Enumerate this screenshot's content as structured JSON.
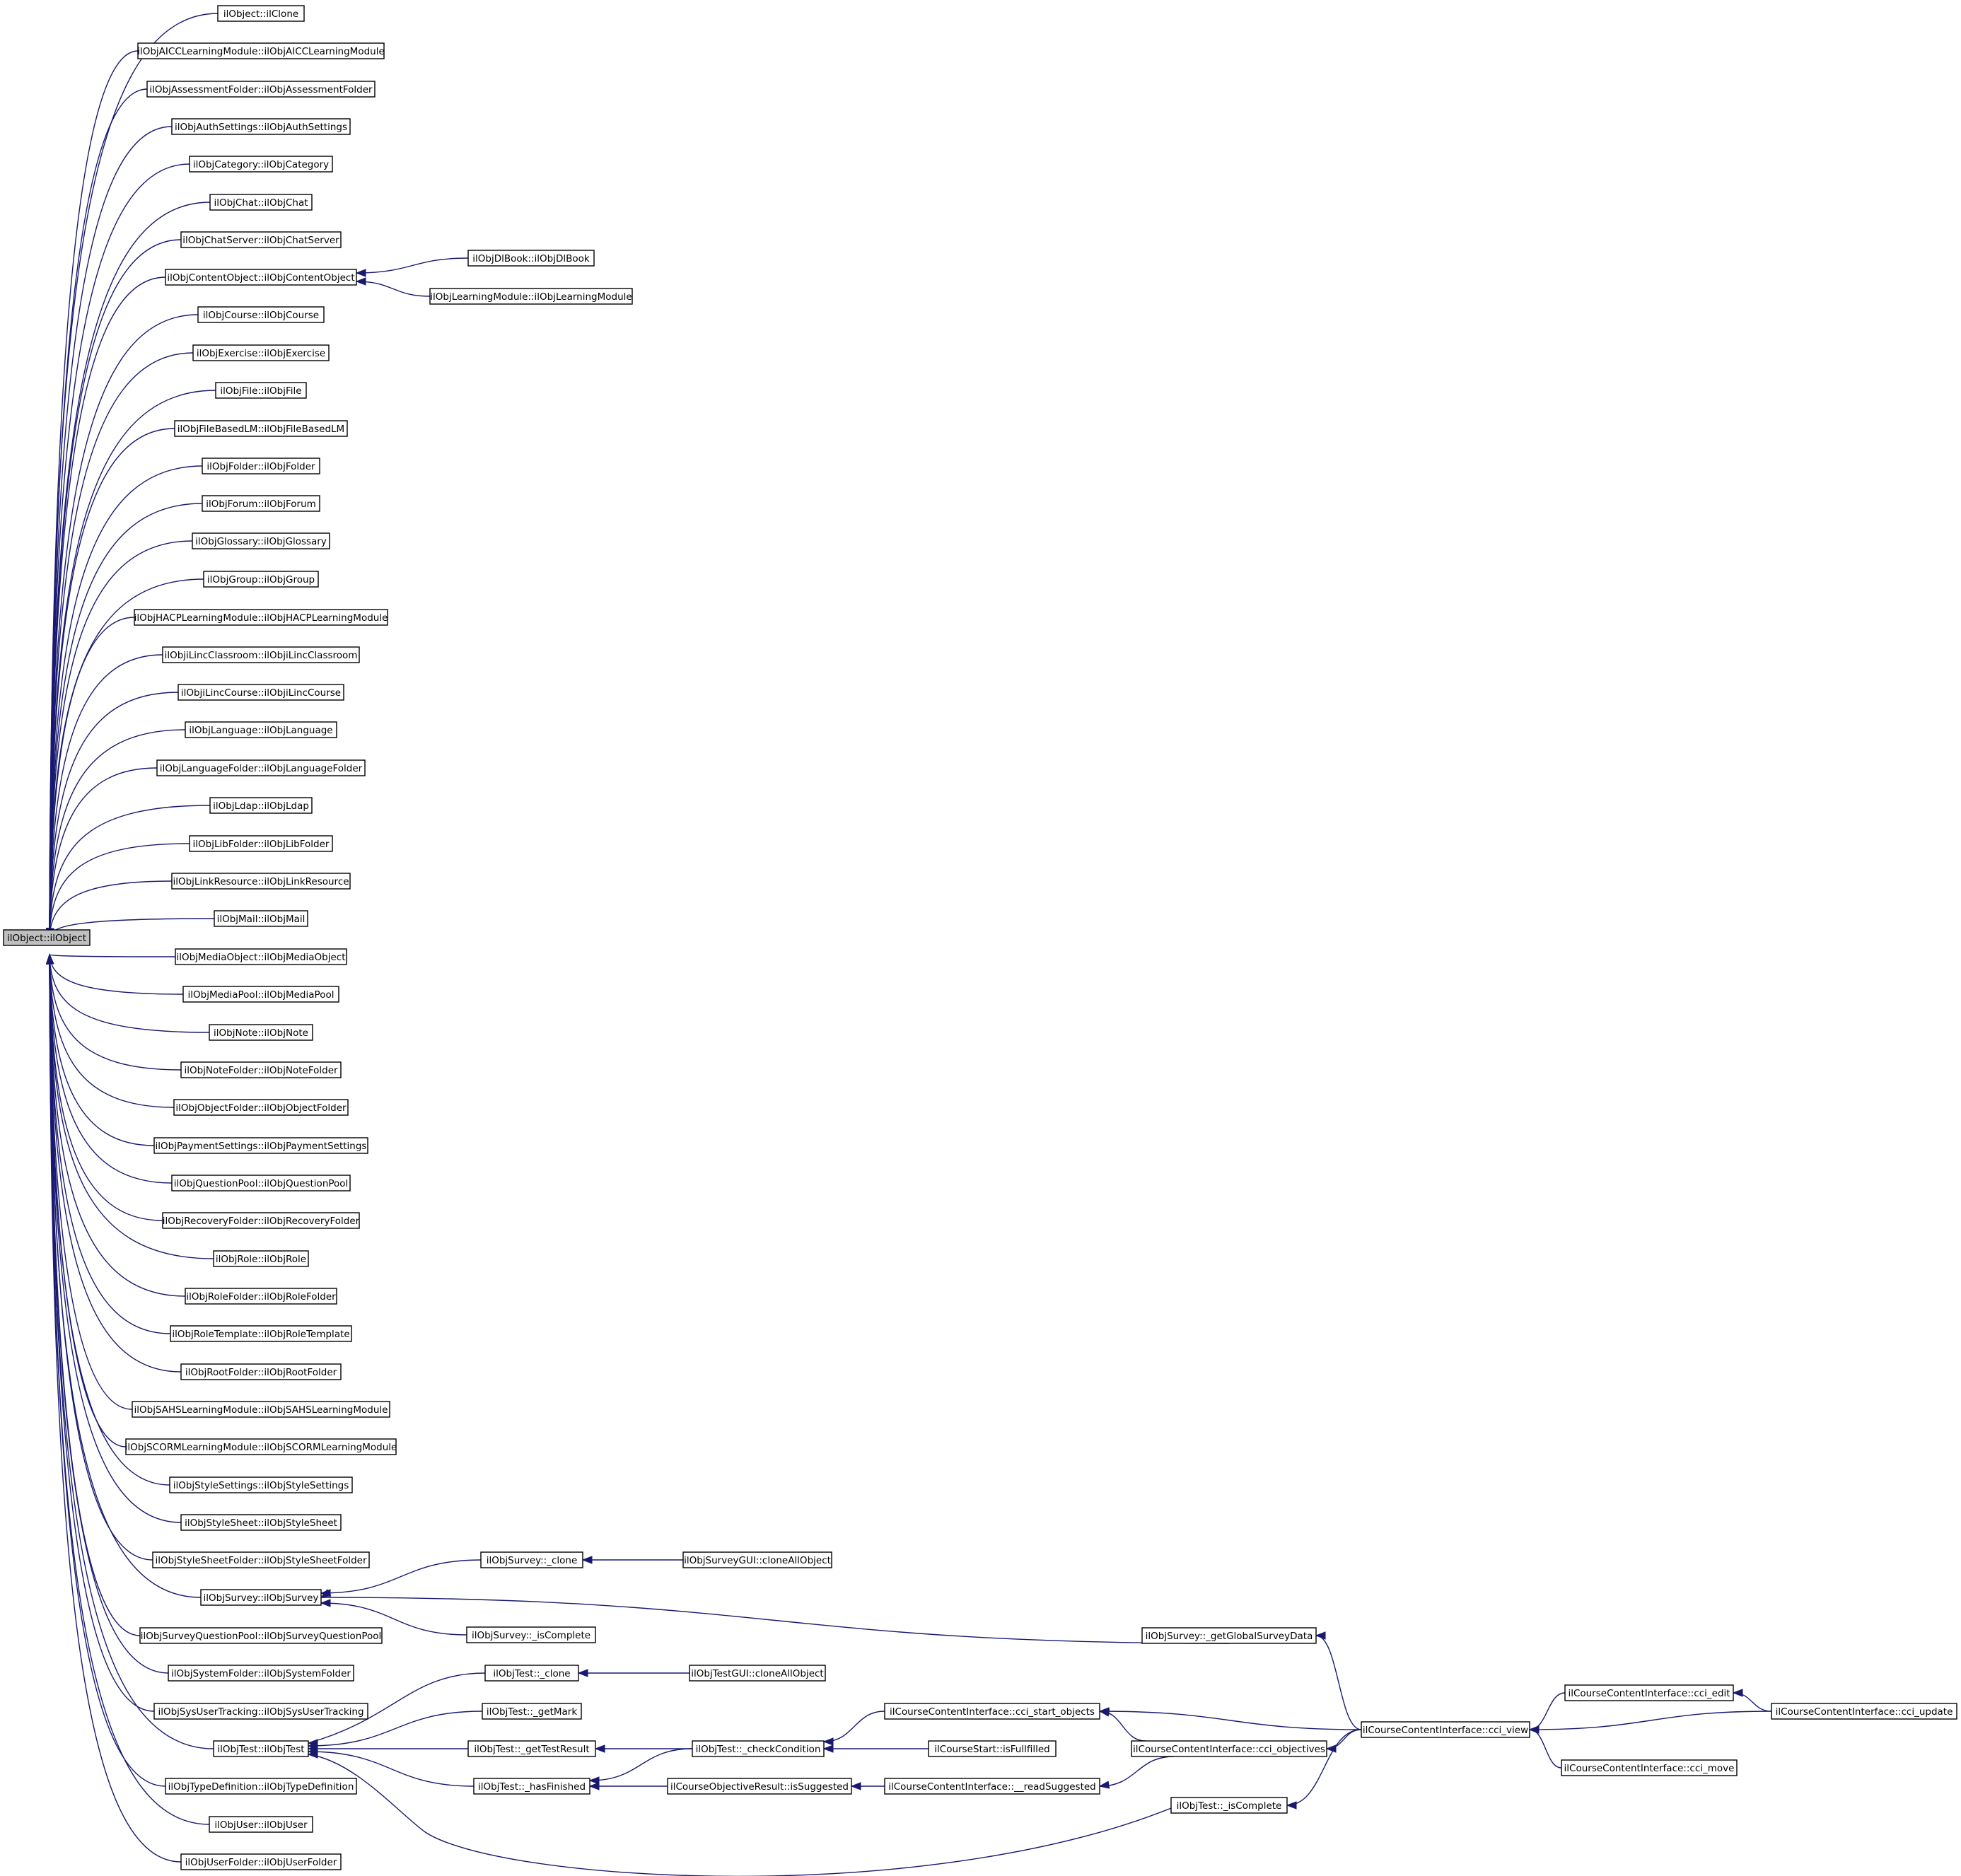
{
  "graph": {
    "type": "caller-graph",
    "colors": {
      "edge": "#191970",
      "root_fill": "#bfbfbf",
      "node_fill": "#ffffff",
      "node_border": "#000000"
    },
    "root": "ilObject::ilObject",
    "nodes": [
      {
        "id": "root",
        "label": "ilObject::ilObject"
      },
      {
        "id": "c0",
        "label": "ilObject::ilClone"
      },
      {
        "id": "c1",
        "label": "ilObjAICCLearningModule::ilObjAICCLearningModule"
      },
      {
        "id": "c2",
        "label": "ilObjAssessmentFolder::ilObjAssessmentFolder"
      },
      {
        "id": "c3",
        "label": "ilObjAuthSettings::ilObjAuthSettings"
      },
      {
        "id": "c4",
        "label": "ilObjCategory::ilObjCategory"
      },
      {
        "id": "c5",
        "label": "ilObjChat::ilObjChat"
      },
      {
        "id": "c6",
        "label": "ilObjChatServer::ilObjChatServer"
      },
      {
        "id": "c7",
        "label": "ilObjContentObject::ilObjContentObject"
      },
      {
        "id": "c8",
        "label": "ilObjCourse::ilObjCourse"
      },
      {
        "id": "c9",
        "label": "ilObjExercise::ilObjExercise"
      },
      {
        "id": "c10",
        "label": "ilObjFile::ilObjFile"
      },
      {
        "id": "c11",
        "label": "ilObjFileBasedLM::ilObjFileBasedLM"
      },
      {
        "id": "c12",
        "label": "ilObjFolder::ilObjFolder"
      },
      {
        "id": "c13",
        "label": "ilObjForum::ilObjForum"
      },
      {
        "id": "c14",
        "label": "ilObjGlossary::ilObjGlossary"
      },
      {
        "id": "c15",
        "label": "ilObjGroup::ilObjGroup"
      },
      {
        "id": "c16",
        "label": "ilObjHACPLearningModule::ilObjHACPLearningModule"
      },
      {
        "id": "c17",
        "label": "ilObjiLincClassroom::ilObjiLincClassroom"
      },
      {
        "id": "c18",
        "label": "ilObjiLincCourse::ilObjiLincCourse"
      },
      {
        "id": "c19",
        "label": "ilObjLanguage::ilObjLanguage"
      },
      {
        "id": "c20",
        "label": "ilObjLanguageFolder::ilObjLanguageFolder"
      },
      {
        "id": "c21",
        "label": "ilObjLdap::ilObjLdap"
      },
      {
        "id": "c22",
        "label": "ilObjLibFolder::ilObjLibFolder"
      },
      {
        "id": "c23",
        "label": "ilObjLinkResource::ilObjLinkResource"
      },
      {
        "id": "c24",
        "label": "ilObjMail::ilObjMail"
      },
      {
        "id": "c25",
        "label": "ilObjMediaObject::ilObjMediaObject"
      },
      {
        "id": "c26",
        "label": "ilObjMediaPool::ilObjMediaPool"
      },
      {
        "id": "c27",
        "label": "ilObjNote::ilObjNote"
      },
      {
        "id": "c28",
        "label": "ilObjNoteFolder::ilObjNoteFolder"
      },
      {
        "id": "c29",
        "label": "ilObjObjectFolder::ilObjObjectFolder"
      },
      {
        "id": "c30",
        "label": "ilObjPaymentSettings::ilObjPaymentSettings"
      },
      {
        "id": "c31",
        "label": "ilObjQuestionPool::ilObjQuestionPool"
      },
      {
        "id": "c32",
        "label": "ilObjRecoveryFolder::ilObjRecoveryFolder"
      },
      {
        "id": "c33",
        "label": "ilObjRole::ilObjRole"
      },
      {
        "id": "c34",
        "label": "ilObjRoleFolder::ilObjRoleFolder"
      },
      {
        "id": "c35",
        "label": "ilObjRoleTemplate::ilObjRoleTemplate"
      },
      {
        "id": "c36",
        "label": "ilObjRootFolder::ilObjRootFolder"
      },
      {
        "id": "c37",
        "label": "ilObjSAHSLearningModule::ilObjSAHSLearningModule"
      },
      {
        "id": "c38",
        "label": "ilObjSCORMLearningModule::ilObjSCORMLearningModule"
      },
      {
        "id": "c39",
        "label": "ilObjStyleSettings::ilObjStyleSettings"
      },
      {
        "id": "c40",
        "label": "ilObjStyleSheet::ilObjStyleSheet"
      },
      {
        "id": "c41",
        "label": "ilObjStyleSheetFolder::ilObjStyleSheetFolder"
      },
      {
        "id": "c42",
        "label": "ilObjSurvey::ilObjSurvey"
      },
      {
        "id": "c43",
        "label": "ilObjSurveyQuestionPool::ilObjSurveyQuestionPool"
      },
      {
        "id": "c44",
        "label": "ilObjSystemFolder::ilObjSystemFolder"
      },
      {
        "id": "c45",
        "label": "ilObjSysUserTracking::ilObjSysUserTracking"
      },
      {
        "id": "c46",
        "label": "ilObjTest::ilObjTest"
      },
      {
        "id": "c47",
        "label": "ilObjTypeDefinition::ilObjTypeDefinition"
      },
      {
        "id": "c48",
        "label": "ilObjUser::ilObjUser"
      },
      {
        "id": "c49",
        "label": "ilObjUserFolder::ilObjUserFolder"
      },
      {
        "id": "dlbook",
        "label": "ilObjDlBook::ilObjDlBook"
      },
      {
        "id": "lm",
        "label": "ilObjLearningModule::ilObjLearningModule"
      },
      {
        "id": "sclone",
        "label": "ilObjSurvey::_clone"
      },
      {
        "id": "sguiclone",
        "label": "ilObjSurveyGUI::cloneAllObject"
      },
      {
        "id": "siscomplete",
        "label": "ilObjSurvey::_isComplete"
      },
      {
        "id": "sglobal",
        "label": "ilObjSurvey::_getGlobalSurveyData"
      },
      {
        "id": "tclone",
        "label": "ilObjTest::_clone"
      },
      {
        "id": "tguiclone",
        "label": "ilObjTestGUI::cloneAllObject"
      },
      {
        "id": "tgetmark",
        "label": "ilObjTest::_getMark"
      },
      {
        "id": "tgetresult",
        "label": "ilObjTest::_getTestResult"
      },
      {
        "id": "tcheck",
        "label": "ilObjTest::_checkCondition"
      },
      {
        "id": "thasfin",
        "label": "ilObjTest::_hasFinished"
      },
      {
        "id": "issugg",
        "label": "ilCourseObjectiveResult::isSuggested"
      },
      {
        "id": "readsugg",
        "label": "ilCourseContentInterface::__readSuggested"
      },
      {
        "id": "ccistart",
        "label": "ilCourseContentInterface::cci_start_objects"
      },
      {
        "id": "fullfilled",
        "label": "ilCourseStart::isFullfilled"
      },
      {
        "id": "cciobj",
        "label": "ilCourseContentInterface::cci_objectives"
      },
      {
        "id": "tiscomplete",
        "label": "ilObjTest::_isComplete"
      },
      {
        "id": "cciview",
        "label": "ilCourseContentInterface::cci_view"
      },
      {
        "id": "cciedit",
        "label": "ilCourseContentInterface::cci_edit"
      },
      {
        "id": "ccimove",
        "label": "ilCourseContentInterface::cci_move"
      },
      {
        "id": "cciupdate",
        "label": "ilCourseContentInterface::cci_update"
      }
    ],
    "edges": [
      [
        "c0",
        "root"
      ],
      [
        "c1",
        "root"
      ],
      [
        "c2",
        "root"
      ],
      [
        "c3",
        "root"
      ],
      [
        "c4",
        "root"
      ],
      [
        "c5",
        "root"
      ],
      [
        "c6",
        "root"
      ],
      [
        "c7",
        "root"
      ],
      [
        "c8",
        "root"
      ],
      [
        "c9",
        "root"
      ],
      [
        "c10",
        "root"
      ],
      [
        "c11",
        "root"
      ],
      [
        "c12",
        "root"
      ],
      [
        "c13",
        "root"
      ],
      [
        "c14",
        "root"
      ],
      [
        "c15",
        "root"
      ],
      [
        "c16",
        "root"
      ],
      [
        "c17",
        "root"
      ],
      [
        "c18",
        "root"
      ],
      [
        "c19",
        "root"
      ],
      [
        "c20",
        "root"
      ],
      [
        "c21",
        "root"
      ],
      [
        "c22",
        "root"
      ],
      [
        "c23",
        "root"
      ],
      [
        "c24",
        "root"
      ],
      [
        "c25",
        "root"
      ],
      [
        "c26",
        "root"
      ],
      [
        "c27",
        "root"
      ],
      [
        "c28",
        "root"
      ],
      [
        "c29",
        "root"
      ],
      [
        "c30",
        "root"
      ],
      [
        "c31",
        "root"
      ],
      [
        "c32",
        "root"
      ],
      [
        "c33",
        "root"
      ],
      [
        "c34",
        "root"
      ],
      [
        "c35",
        "root"
      ],
      [
        "c36",
        "root"
      ],
      [
        "c37",
        "root"
      ],
      [
        "c38",
        "root"
      ],
      [
        "c39",
        "root"
      ],
      [
        "c40",
        "root"
      ],
      [
        "c41",
        "root"
      ],
      [
        "c42",
        "root"
      ],
      [
        "c43",
        "root"
      ],
      [
        "c44",
        "root"
      ],
      [
        "c45",
        "root"
      ],
      [
        "c46",
        "root"
      ],
      [
        "c47",
        "root"
      ],
      [
        "c48",
        "root"
      ],
      [
        "c49",
        "root"
      ],
      [
        "dlbook",
        "c7"
      ],
      [
        "lm",
        "c7"
      ],
      [
        "sclone",
        "c42"
      ],
      [
        "siscomplete",
        "c42"
      ],
      [
        "sglobal",
        "c42"
      ],
      [
        "sguiclone",
        "sclone"
      ],
      [
        "tclone",
        "c46"
      ],
      [
        "tgetmark",
        "c46"
      ],
      [
        "tgetresult",
        "c46"
      ],
      [
        "thasfin",
        "c46"
      ],
      [
        "tiscomplete",
        "c46"
      ],
      [
        "tguiclone",
        "tclone"
      ],
      [
        "tcheck",
        "tgetresult"
      ],
      [
        "tcheck",
        "thasfin"
      ],
      [
        "issugg",
        "thasfin"
      ],
      [
        "readsugg",
        "issugg"
      ],
      [
        "ccistart",
        "tcheck"
      ],
      [
        "fullfilled",
        "tcheck"
      ],
      [
        "cciobj",
        "ccistart"
      ],
      [
        "cciobj",
        "readsugg"
      ],
      [
        "cciview",
        "ccistart"
      ],
      [
        "cciview",
        "cciobj"
      ],
      [
        "cciview",
        "sglobal"
      ],
      [
        "cciview",
        "tiscomplete"
      ],
      [
        "cciedit",
        "cciview"
      ],
      [
        "ccimove",
        "cciview"
      ],
      [
        "cciupdate",
        "cciview"
      ],
      [
        "cciupdate",
        "cciedit"
      ]
    ]
  }
}
